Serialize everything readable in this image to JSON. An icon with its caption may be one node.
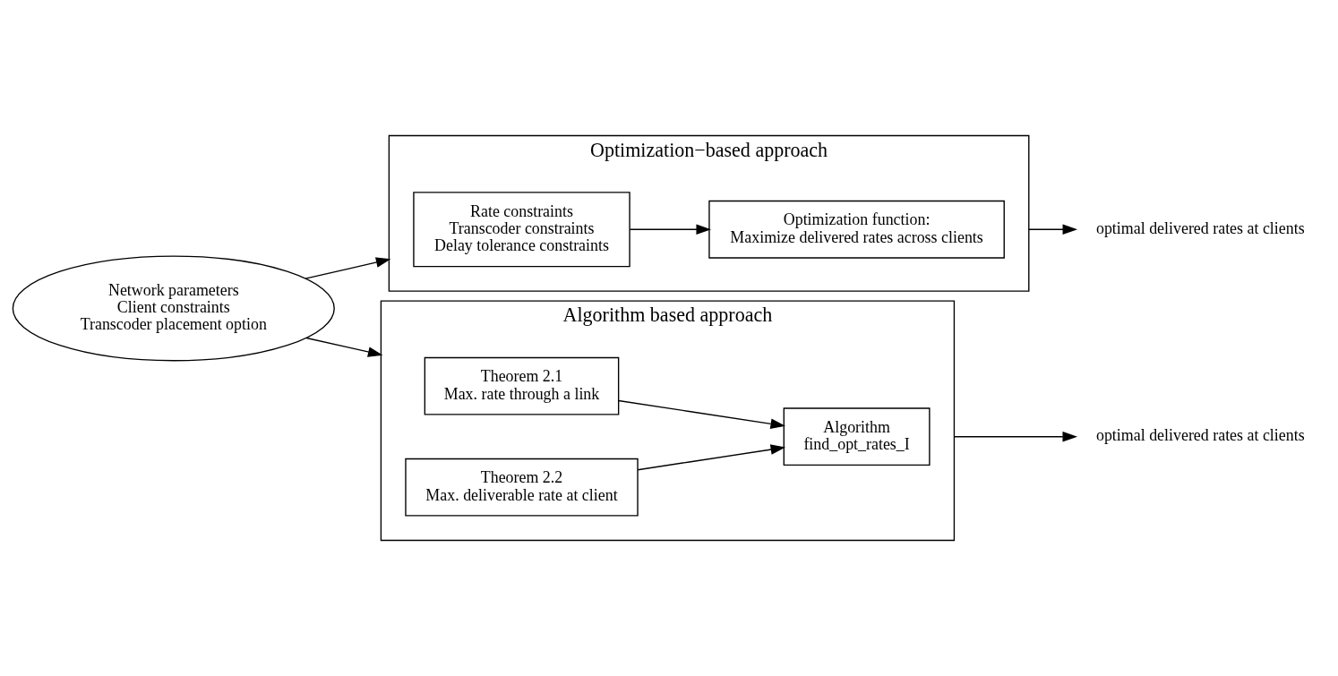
{
  "diagram": {
    "nodes": [
      {
        "text": [
          "Network parameters",
          "Client constraints",
          "Transcoder placement option"
        ]
      },
      {
        "text": [
          "Optimization−based approach"
        ]
      },
      {
        "text": [
          "Rate constraints",
          "Transcoder constraints",
          "Delay tolerance constraints"
        ],
        "in": 1
      },
      {
        "text": [
          "Optimization function:",
          "Maximize delivered rates across clients"
        ],
        "in": 1
      },
      {
        "text": [
          "optimal delivered rates at clients"
        ]
      },
      {
        "text": [
          "Algorithm based approach"
        ]
      },
      {
        "text": [
          "Theorem 2.1",
          "Max. rate through a link"
        ],
        "in": 5
      },
      {
        "text": [
          "Theorem 2.2",
          "Max. deliverable rate at client"
        ],
        "in": 5
      },
      {
        "text": [
          "Algorithm",
          "find_opt_rates_I"
        ],
        "in": 5
      },
      {
        "text": [
          "optimal delivered rates at clients"
        ]
      }
    ],
    "edges": [
      {
        "from": 0,
        "to": 1,
        "arrow": "to"
      },
      {
        "from": 2,
        "to": 3,
        "arrow": "to"
      },
      {
        "from": 1,
        "to": 4,
        "arrow": "to"
      },
      {
        "from": 0,
        "to": 5,
        "arrow": "to"
      },
      {
        "from": 6,
        "to": 8,
        "arrow": "to"
      },
      {
        "from": 7,
        "to": 8,
        "arrow": "to"
      },
      {
        "from": 5,
        "to": 9,
        "arrow": "to"
      }
    ]
  }
}
